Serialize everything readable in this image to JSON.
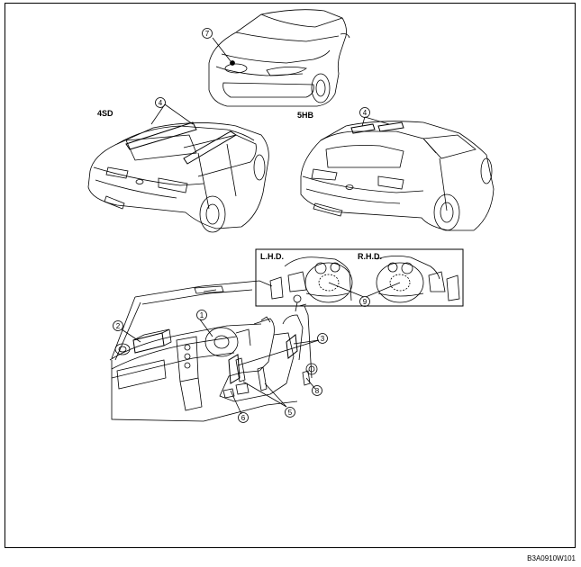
{
  "labels": {
    "sedan": "4SD",
    "hatch": "5HB",
    "lhd": "L.H.D.",
    "rhd": "R.H.D."
  },
  "callouts": {
    "c1": "1",
    "c2": "2",
    "c3": "3",
    "c4a": "4",
    "c4b": "4",
    "c5": "5",
    "c6": "6",
    "c7": "7",
    "c8": "8",
    "c9": "9"
  },
  "figure_code": "B3A0910W101"
}
